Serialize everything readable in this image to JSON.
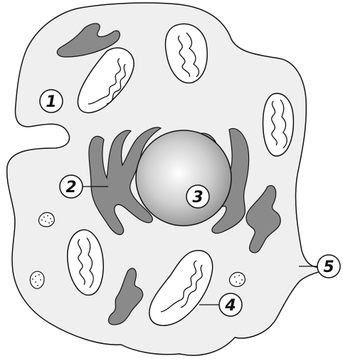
{
  "colors": {
    "cytoplasm": "#efefef",
    "outline": "#111111",
    "organelle_gray": "#8a8a8a",
    "mito_fill": "#ffffff",
    "label_fill": "#ffffff"
  },
  "labels": {
    "l1": "1",
    "l2": "2",
    "l3": "3",
    "l4": "4",
    "l5": "5"
  }
}
